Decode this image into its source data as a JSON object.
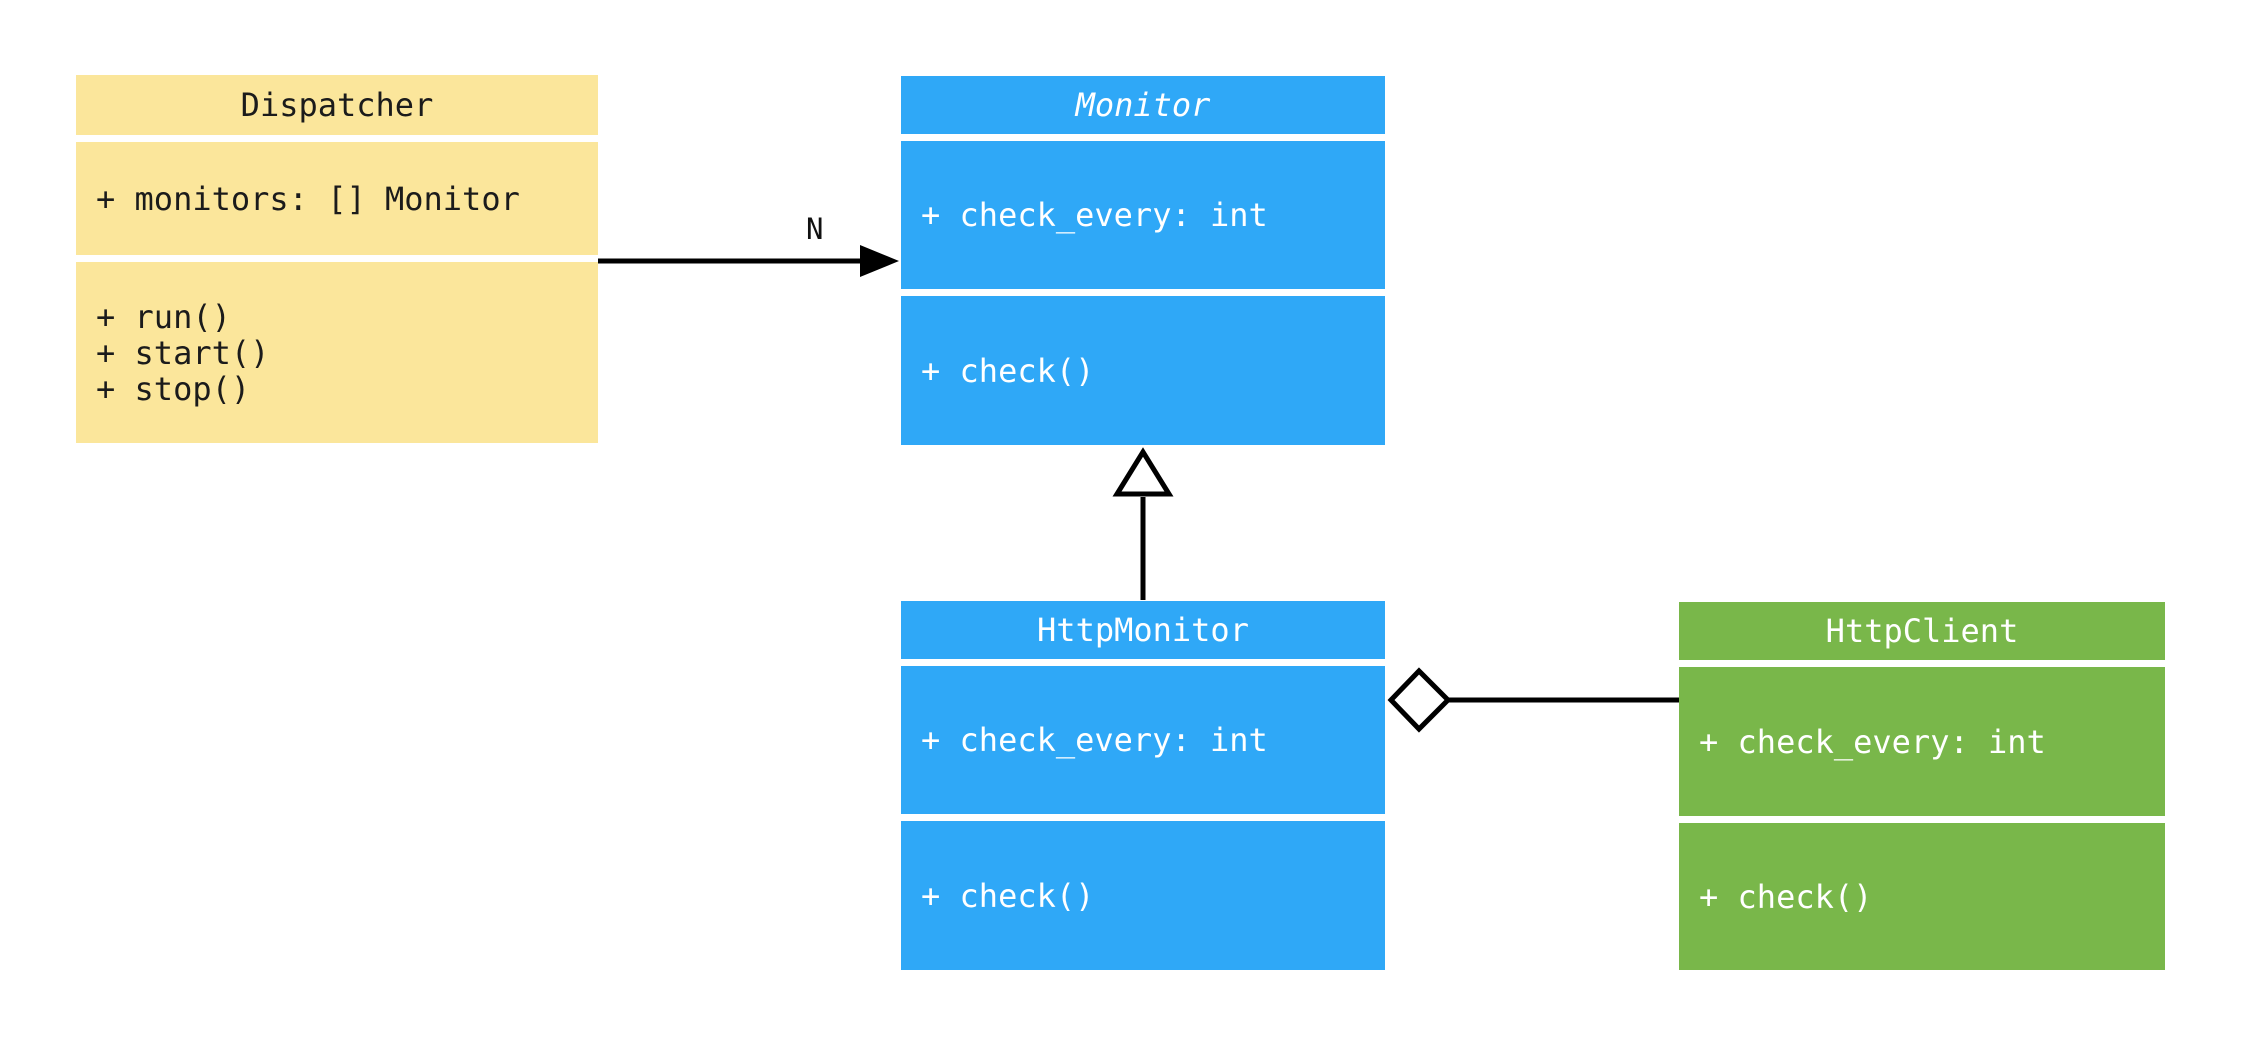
{
  "canvas": {
    "background": "#ffffff",
    "line_color": "#000000"
  },
  "classes": [
    {
      "name": "Dispatcher",
      "name_style": "normal",
      "fill": "#FBE69B",
      "text_color": "#1B1B1B",
      "attributes": [
        "+ monitors: [] Monitor"
      ],
      "methods": [
        "+ run()",
        "+ start()",
        "+ stop()"
      ]
    },
    {
      "name": "Monitor",
      "name_style": "italic",
      "fill": "#2FA8F7",
      "text_color": "#FFFFFF",
      "attributes": [
        "+ check_every: int"
      ],
      "methods": [
        "+ check()"
      ]
    },
    {
      "name": "HttpMonitor",
      "name_style": "normal",
      "fill": "#2FA8F7",
      "text_color": "#FFFFFF",
      "attributes": [
        "+ check_every: int"
      ],
      "methods": [
        "+ check()"
      ]
    },
    {
      "name": "HttpClient",
      "name_style": "normal",
      "fill": "#79B74A",
      "text_color": "#FFFFFF",
      "attributes": [
        "+ check_every: int"
      ],
      "methods": [
        "+ check()"
      ]
    }
  ],
  "relationships": [
    {
      "type": "association",
      "from": "Dispatcher",
      "to": "Monitor",
      "label": "N",
      "arrow": "filled-arrowhead"
    },
    {
      "type": "inheritance",
      "from": "HttpMonitor",
      "to": "Monitor",
      "label": "",
      "arrow": "hollow-triangle"
    },
    {
      "type": "aggregation",
      "from": "HttpMonitor",
      "to": "HttpClient",
      "label": "",
      "arrow": "hollow-diamond"
    }
  ]
}
